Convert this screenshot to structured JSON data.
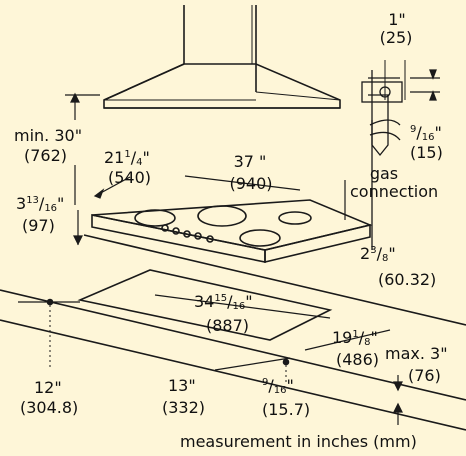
{
  "dimensions": {
    "hood_top_gap": {
      "inch": "1\"",
      "mm": "(25)"
    },
    "hood_height": {
      "inch": "min. 30\"",
      "mm": "(762)"
    },
    "pipe_offset": {
      "inch_frac_num": "9",
      "inch_frac_den": "16",
      "inch_suffix": "\"",
      "mm": "(15)"
    },
    "cooktop_depth": {
      "whole": "21",
      "num": "1",
      "den": "4",
      "suffix": "\"",
      "mm": "(540)"
    },
    "cooktop_width": {
      "inch": "37 \"",
      "mm": "(940)"
    },
    "gas_label": {
      "line1": "gas",
      "line2": "connection"
    },
    "cooktop_height": {
      "whole": "3",
      "num": "13",
      "den": "16",
      "suffix": "\"",
      "mm": "(97)"
    },
    "counter_front": {
      "whole": "2",
      "num": "3",
      "den": "8",
      "suffix": "\"",
      "mm": "(60.32)"
    },
    "cutout_width": {
      "whole": "34",
      "num": "15",
      "den": "16",
      "suffix": "\"",
      "mm": "(887)"
    },
    "cutout_depth": {
      "whole": "19",
      "num": "1",
      "den": "8",
      "suffix": "\"",
      "mm": "(486)"
    },
    "counter_thickness": {
      "inch": "max. 3\"",
      "mm": "(76)"
    },
    "left_offset": {
      "inch": "12\"",
      "mm": "(304.8)"
    },
    "cutout_offset": {
      "inch": "13\"",
      "mm": "(332)"
    },
    "gas_offset": {
      "num": "9",
      "den": "16",
      "suffix": "\"",
      "mm": "(15.7)"
    }
  },
  "footer": "measurement in inches (mm)",
  "colors": {
    "background": "#fef6d8",
    "line": "#1a1a1a"
  }
}
